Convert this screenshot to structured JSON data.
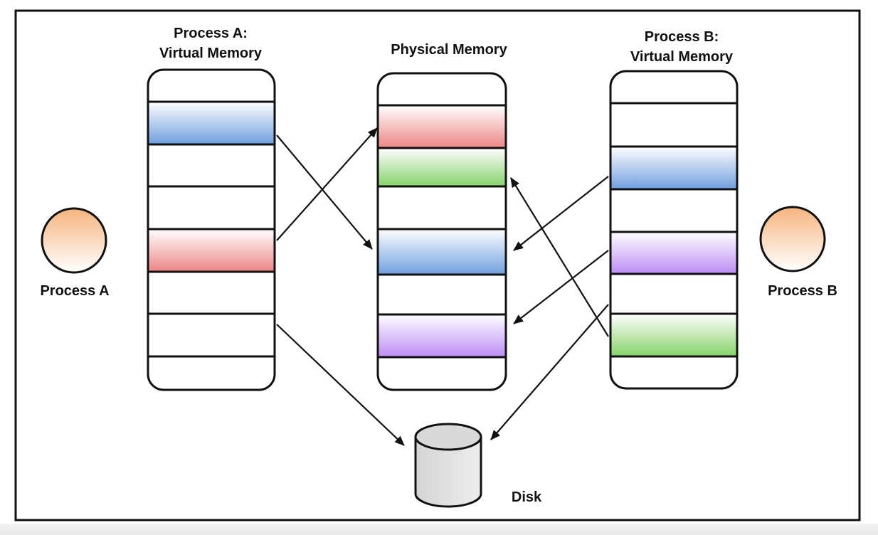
{
  "processes": [
    {
      "key": "a",
      "label": "Process A"
    },
    {
      "key": "b",
      "label": "Process B"
    }
  ],
  "columns": [
    {
      "key": "va",
      "title_lines": [
        "Process A:",
        "Virtual Memory"
      ],
      "slots": [
        "none",
        "blue",
        "none",
        "none",
        "red",
        "none",
        "none",
        "none"
      ]
    },
    {
      "key": "pm",
      "title_lines": [
        "Physical Memory"
      ],
      "slots": [
        "none",
        "red",
        "green",
        "none",
        "none",
        "blue",
        "none",
        "purple",
        "none"
      ]
    },
    {
      "key": "vb",
      "title_lines": [
        "Process B:",
        "Virtual Memory"
      ],
      "slots": [
        "none",
        "none",
        "blue",
        "none",
        "purple",
        "none",
        "green",
        "none"
      ]
    }
  ],
  "disk": {
    "label": "Disk"
  },
  "mappings": [
    {
      "from": "va",
      "from_slot": 1,
      "to": "pm",
      "to_slot": 5
    },
    {
      "from": "va",
      "from_slot": 4,
      "to": "pm",
      "to_slot": 1
    },
    {
      "from": "va",
      "from_slot": 6,
      "to": "disk"
    },
    {
      "from": "vb",
      "from_slot": 2,
      "to": "pm",
      "to_slot": 5
    },
    {
      "from": "vb",
      "from_slot": 4,
      "to": "pm",
      "to_slot": 7
    },
    {
      "from": "vb",
      "from_slot": 6,
      "to": "pm",
      "to_slot": 2
    },
    {
      "from": "vb",
      "from_slot": 6,
      "to": "disk"
    }
  ],
  "colors": {
    "blue": [
      "#ffffff",
      "#6f9fde"
    ],
    "red": [
      "#ffffff",
      "#ec8585"
    ],
    "green": [
      "#ffffff",
      "#86d268"
    ],
    "purple": [
      "#ffffff",
      "#bc8cf4"
    ],
    "process_fill": [
      "#f6b47e",
      "#ffffff"
    ],
    "disk": [
      "#d4d4d4",
      "#eeeeee"
    ]
  }
}
